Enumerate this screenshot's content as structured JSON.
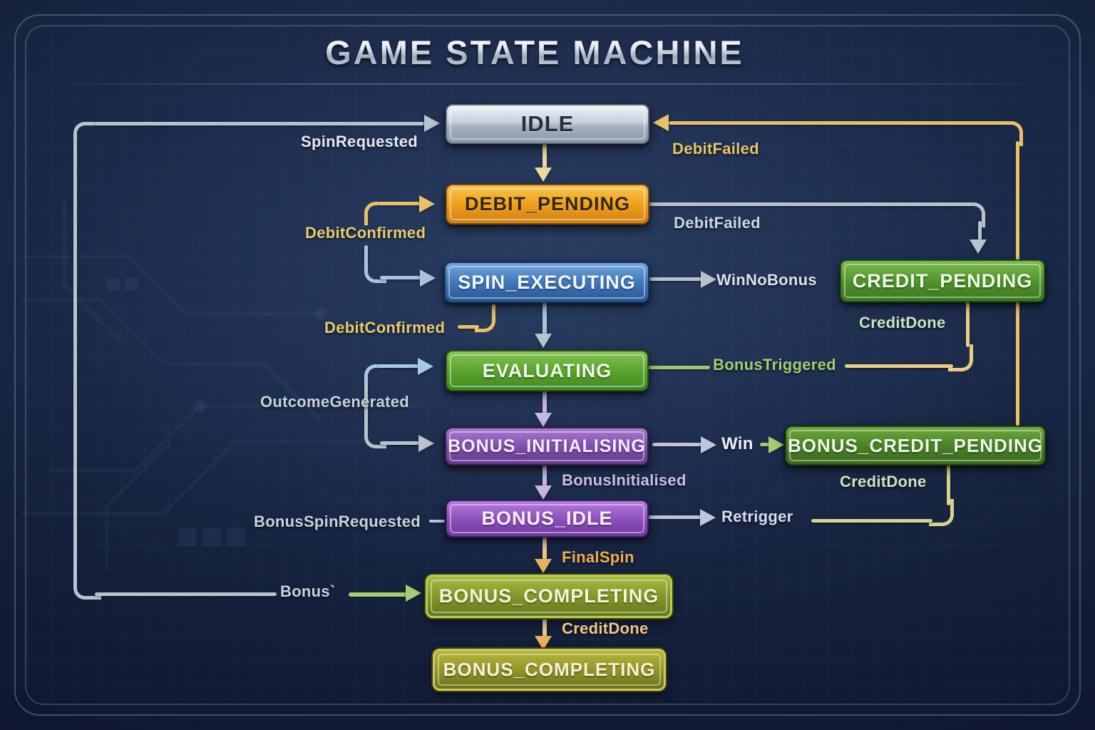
{
  "title": "GAME STATE MACHINE",
  "states": {
    "idle": {
      "label": "IDLE",
      "color": "#c6ccd6"
    },
    "debit_pending": {
      "label": "DEBIT_PENDING",
      "color": "#ef9f1c"
    },
    "spin_executing": {
      "label": "SPIN_EXECUTING",
      "color": "#3d74b6"
    },
    "credit_pending": {
      "label": "CREDIT_PENDING",
      "color": "#4d9129"
    },
    "evaluating": {
      "label": "EVALUATING",
      "color": "#57a12c"
    },
    "bonus_initialising": {
      "label": "BONUS_INITIALISING",
      "color": "#7c4caa"
    },
    "bonus_credit_pending": {
      "label": "BONUS_CREDIT_PENDING",
      "color": "#488025"
    },
    "bonus_idle": {
      "label": "BONUS_IDLE",
      "color": "#8c4eba"
    },
    "bonus_completing": {
      "label": "BONUS_COMPLETING",
      "color": "#7e9428"
    },
    "bonus_completing_2": {
      "label": "BONUS_COMPLETING",
      "color": "#909328"
    }
  },
  "transitions": {
    "spin_requested": "SpinRequested",
    "debit_failed_top": "DebitFailed",
    "debit_failed_mid": "DebitFailed",
    "debit_confirmed_left": "DebitConfirmed",
    "debit_confirmed_bottom": "DebitConfirmed",
    "win_no_bonus": "WinNoBonus",
    "credit_done_right": "CreditDone",
    "bonus_triggered": "BonusTriggered",
    "outcome_generated": "OutcomeGenerated",
    "win": "Win",
    "credit_done_bonus": "CreditDone",
    "bonus_initialised": "BonusInitialised",
    "bonus_spin_requested": "BonusSpinRequested",
    "retrigger": "Retrigger",
    "final_spin": "FinalSpin",
    "bonus_tick": "Bonus`",
    "credit_done_bottom": "CreditDone"
  },
  "edge_colors": {
    "silver": "#b9c3ce",
    "yellow": "#e6c165",
    "steel_blue": "#a9c4dc",
    "lavender": "#c4b7e0",
    "green": "#9fc66a",
    "olive": "#d7d28c",
    "orange": "#eaaf5a"
  }
}
